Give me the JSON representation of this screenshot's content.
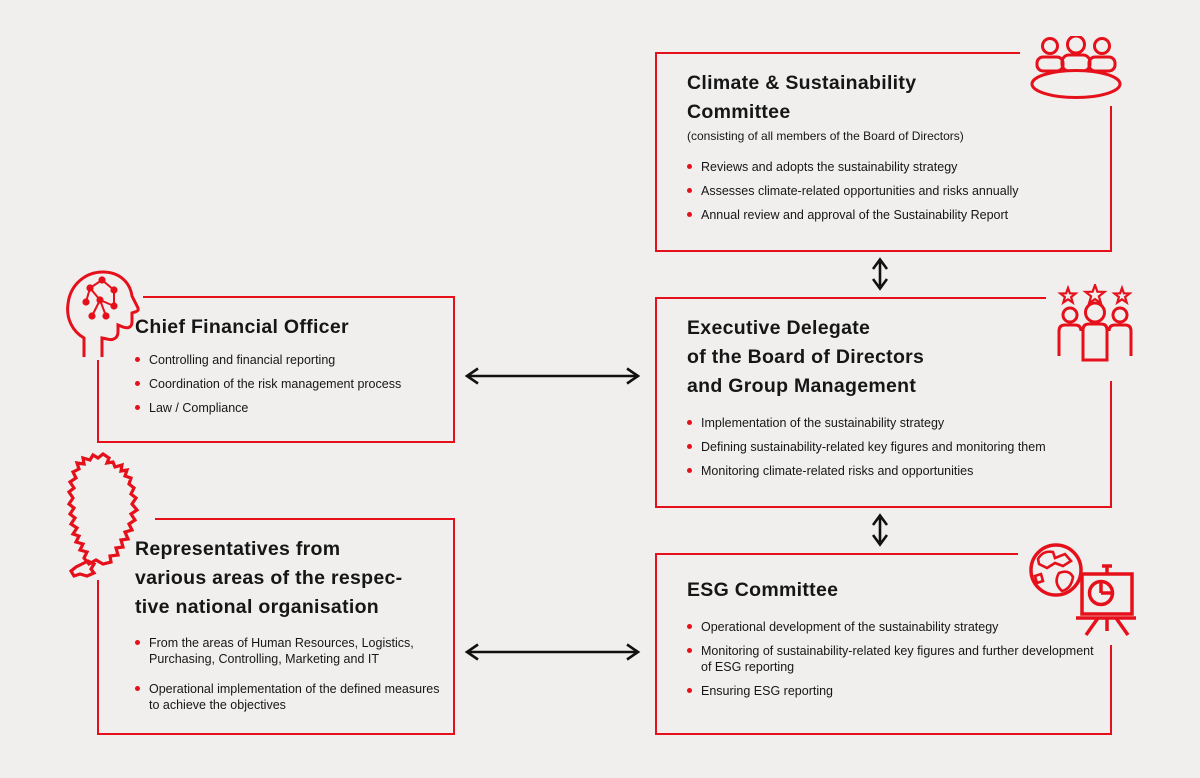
{
  "colors": {
    "red": "#e6101b",
    "background": "#f0efee",
    "text": "#161616",
    "arrow": "#111111"
  },
  "boxes": [
    {
      "name": "climate-sustainability-committee",
      "icon": "meeting-table-icon",
      "title_lines": [
        "Climate & Sustainability",
        "Committee"
      ],
      "subtitle": "(consisting of all members of the Board of Directors)",
      "bullets": [
        "Reviews and adopts the sustainability strategy",
        "Assesses climate-related opportunities and risks annually",
        "Annual review and approval of the Sustainability Report"
      ]
    },
    {
      "name": "executive-delegate",
      "icon": "team-stars-icon",
      "title_lines": [
        "Executive Delegate",
        "of the Board of Directors",
        "and Group Management"
      ],
      "subtitle": "",
      "bullets": [
        "Implementation of the sustainability strategy",
        "Defining sustainability-related key figures and monitoring them",
        "Monitoring climate-related risks and opportunities"
      ]
    },
    {
      "name": "esg-committee",
      "icon": "globe-presentation-icon",
      "title_lines": [
        "ESG Committee"
      ],
      "subtitle": "",
      "bullets": [
        "Operational development of the sustainability strategy",
        "Monitoring of sustainability-related key figures and further development of ESG reporting",
        "Ensuring ESG reporting"
      ]
    },
    {
      "name": "chief-financial-officer",
      "icon": "head-network-icon",
      "title_lines": [
        "Chief Financial Officer"
      ],
      "subtitle": "",
      "bullets": [
        "Controlling and financial reporting",
        "Coordination of the risk management process",
        "Law / Compliance"
      ]
    },
    {
      "name": "national-representatives",
      "icon": "germany-map-icon",
      "title_lines": [
        "Representatives from",
        "various areas of the respec-",
        "tive national organisation"
      ],
      "subtitle": "",
      "bullets": [
        "From the areas of Human Resources, Logistics, Purchasing, Controlling, Marketing and IT",
        "Operational implementation of the defined measures to achieve the objectives"
      ]
    }
  ]
}
